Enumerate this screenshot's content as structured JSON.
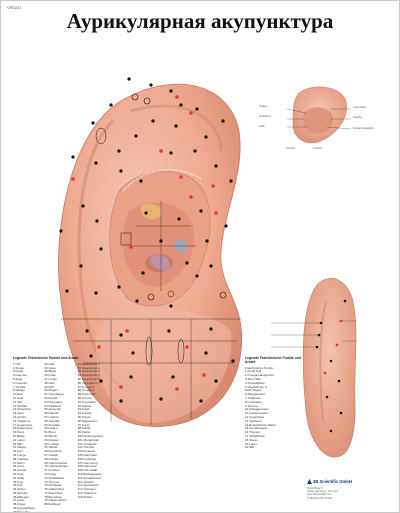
{
  "poster": {
    "code": "VR0221",
    "title": "Аурикулярная акупунктура"
  },
  "legends": {
    "main": {
      "heading": "Legende Chinesische Punkte und Areale",
      "col1": [
        "1 Ohr",
        "2 Zunge",
        "3 Kiefer",
        "4 Gaumen",
        "5 Auge",
        "6 Innenohr",
        "7 Tonsille",
        "8 Wange",
        "9 Nase",
        "10 Hals",
        "11 Stirn",
        "12 Schläfe",
        "13 Hinterkopf",
        "14 Apex",
        "15 Gehirn",
        "16 Thalamus",
        "17 Hypophyse",
        "18 Nebenniere",
        "19 Niere",
        "20 Blase",
        "21 Leber",
        "22 Milz",
        "23 Magen",
        "24 Herz",
        "25 Lunge",
        "26 Trachea",
        "27 Darm",
        "28 Anus",
        "29 Uterus",
        "30 Ovar",
        "31 Hüfte",
        "32 Knie",
        "33 Fuß",
        "34 Zehen",
        "35 Schulter",
        "36 Ellbogen",
        "37 Hand",
        "38 Finger",
        "39 Sympathikus",
        "40 Shen Men",
        "41 Allergie",
        "42 Hypertonie"
      ],
      "col2": [
        "43 Hals",
        "44 Niere",
        "45 Blase",
        "46 Leber",
        "47 Lunge",
        "48 Herz",
        "49 Milz",
        "50 Magen",
        "51 Ösophagus",
        "52 Kardia",
        "53 Dünndarm",
        "54 Dickdarm",
        "55 Appendix",
        "56 Rektum",
        "57 Urethra",
        "58 Genitale",
        "59 Prostata",
        "60 Hoden",
        "61 Brust",
        "62 Bauch",
        "63 Rücken",
        "64 Lumbal",
        "65 Sakral",
        "66 Kreuzbein",
        "67 Gesäß",
        "68 Ischias",
        "69 Oberschenkel",
        "70 Unterschenkel",
        "71 Knöchel",
        "72 Ferse",
        "73 Schilddrüse",
        "74 Thymus",
        "75 Pankreas",
        "76 Gallenblase",
        "77 Zwerchfell",
        "78 Bronchien",
        "79 Nasenrachen",
        "80 Kehlkopf"
      ],
      "col3": [
        "81 Hauptpunkt 1",
        "82 Hauptpunkt 2",
        "83 Hauptpunkt 3",
        "84 Hauptpunkt 4",
        "85 Hauptpunkt 5",
        "86 Vegetativum",
        "87 Omega 1",
        "88 Omega 2",
        "89 Punkt Null",
        "90 Jerome",
        "91 Frustration",
        "92 Appetit",
        "93 Angst",
        "94 Freude",
        "95 Trauer",
        "96 Aggression",
        "97 Sucht",
        "98 Schlaf",
        "99 Wetter",
        "100 Antidepression",
        "101 Mundpunkt",
        "102 Analgesie",
        "103 Tinnitus",
        "104 Kinetose",
        "105 Darmtrakt",
        "106 Lumbago",
        "107 Hemmung",
        "108 Harmonie",
        "109 Nervosität",
        "110 Bindegewebe",
        "111 Gonadotropin",
        "112 Ovarien",
        "113 Testosteron",
        "114 Östrogen",
        "115 Thalamus",
        "116 Polster"
      ]
    },
    "right": {
      "heading": "Legende Französische Punkte und Areale",
      "rows": [
        "Französische Punkte",
        "1 Punkt Null",
        "2 Omega-Hauptpunkt",
        "3 Shen Men",
        "4 Sympathikus",
        "5 Vegetativum II",
        "",
        "Nach Nogier",
        "6 Allergiepunkt",
        "7 Thalamus",
        "8 Frustration",
        "9 Jerome",
        "10 Antiaggression",
        "11 Antidepression",
        "12 Hypophyse",
        "13 Interferon",
        "14 Eustachische Röhre",
        "15 Gonadotropin",
        "16 Thymus",
        "17 Schilddrüse",
        "18 Nieren",
        "19 Leber",
        "20 Milz"
      ]
    }
  },
  "inset_labels": [
    "Tragus",
    "Antitragus",
    "Helix",
    "Crus helicis",
    "Scapha",
    "Fossa triangularis",
    "Concha",
    "Lobulus"
  ],
  "publisher": {
    "name": "3B Scientific GmbH",
    "info": [
      "Rudorffweg 8",
      "21031 Hamburg · Germany",
      "www.3bscientific.com",
      "© 3B Scientific GmbH"
    ]
  },
  "colors": {
    "skin": "#f0b29a",
    "skin_shadow": "#d98b73",
    "point_black": "#111111",
    "point_red": "#e53a2e"
  }
}
